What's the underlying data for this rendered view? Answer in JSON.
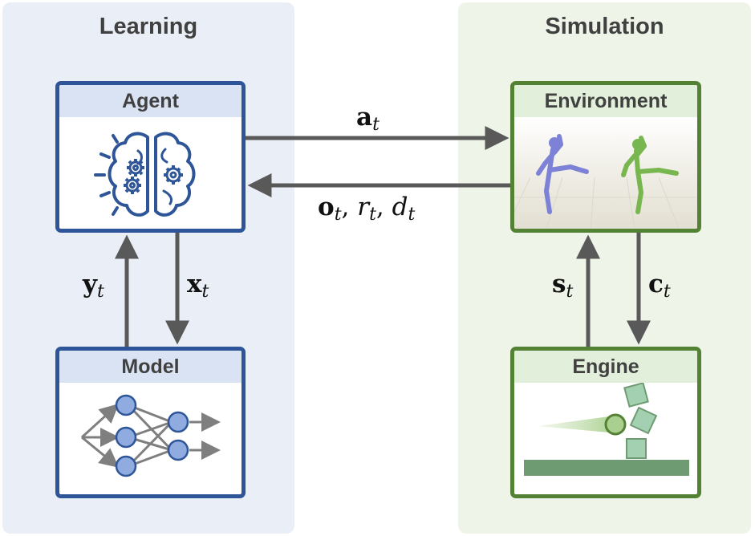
{
  "panels": {
    "learning": {
      "title": "Learning",
      "color": "#eaeff7"
    },
    "simulation": {
      "title": "Simulation",
      "color": "#eef5e8"
    }
  },
  "boxes": {
    "agent": {
      "title": "Agent",
      "icon": "brain-gears-icon"
    },
    "model": {
      "title": "Model",
      "icon": "neural-network-icon"
    },
    "environment": {
      "title": "Environment",
      "icon": "humanoid-kick-figures"
    },
    "engine": {
      "title": "Engine",
      "icon": "physics-scene-icon"
    }
  },
  "arrows": {
    "agent_to_environment": {
      "label": "a",
      "subscript": "t"
    },
    "environment_to_agent": {
      "terms": [
        {
          "symbol": "o",
          "bold": true,
          "subscript": "t"
        },
        {
          "symbol": "r",
          "bold": false,
          "subscript": "t"
        },
        {
          "symbol": "d",
          "bold": false,
          "subscript": "t"
        }
      ]
    },
    "model_to_agent": {
      "label": "y",
      "subscript": "t"
    },
    "agent_to_model": {
      "label": "x",
      "subscript": "t"
    },
    "engine_to_environment": {
      "label": "s",
      "subscript": "t"
    },
    "environment_to_engine": {
      "label": "c",
      "subscript": "t"
    }
  },
  "colors": {
    "blue_border": "#2e5597",
    "blue_header": "#dae3f3",
    "green_border": "#548235",
    "green_header": "#e2efda",
    "arrow": "#595959",
    "node_fill": "#8fabdf",
    "agent_figure": "#7d82d6",
    "env_figure": "#78b64f"
  }
}
